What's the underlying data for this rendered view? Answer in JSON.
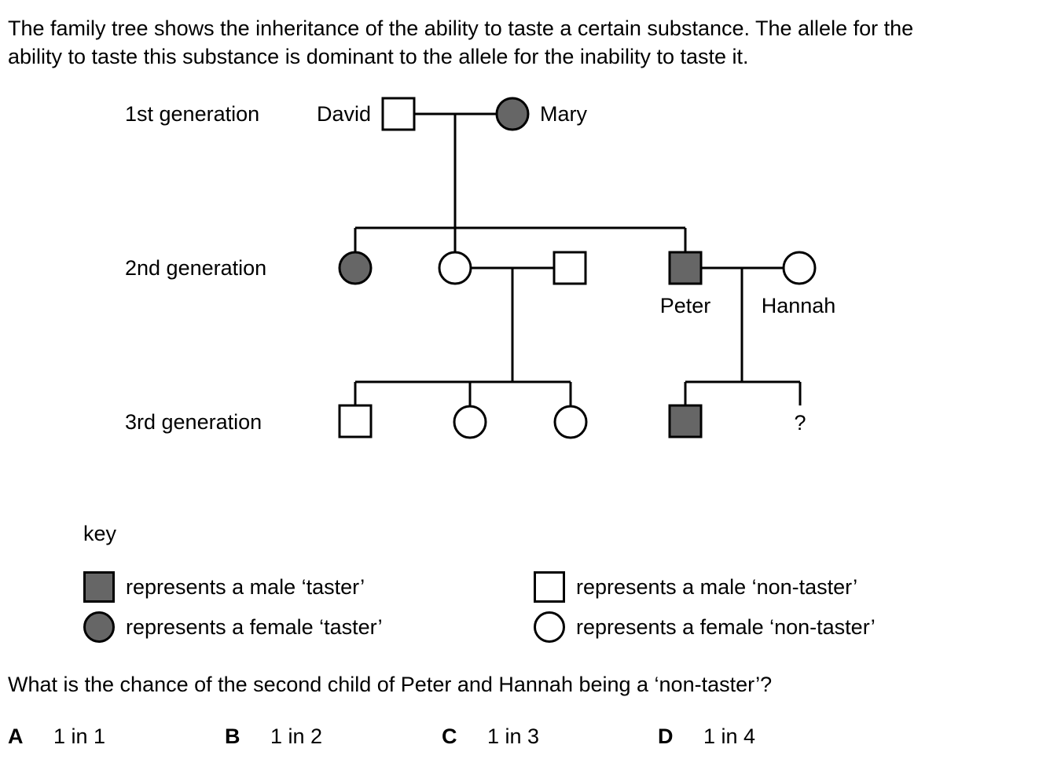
{
  "intro": {
    "line1": "The family tree shows the inheritance of the ability to taste a certain substance. The allele for the",
    "line2": "ability to taste this substance is dominant to the allele for the inability to taste it."
  },
  "generations": {
    "first": "1st generation",
    "second": "2nd generation",
    "third": "3rd generation"
  },
  "people": {
    "david": "David",
    "mary": "Mary",
    "peter": "Peter",
    "hannah": "Hannah",
    "unknown": "?"
  },
  "key": {
    "title": "key",
    "male_taster": "represents a male ‘taster’",
    "female_taster": "represents a female ‘taster’",
    "male_non_taster": "represents a male ‘non-taster’",
    "female_non_taster": "represents a female ‘non-taster’"
  },
  "question": "What is the chance of the second child of Peter and Hannah being a ‘non-taster’?",
  "options": [
    {
      "letter": "A",
      "text": "1 in 1"
    },
    {
      "letter": "B",
      "text": "1 in 2"
    },
    {
      "letter": "C",
      "text": "1 in 3"
    },
    {
      "letter": "D",
      "text": "1 in 4"
    }
  ],
  "colors": {
    "taster_fill": "#666666",
    "non_taster_fill": "#ffffff",
    "line": "#000000"
  }
}
